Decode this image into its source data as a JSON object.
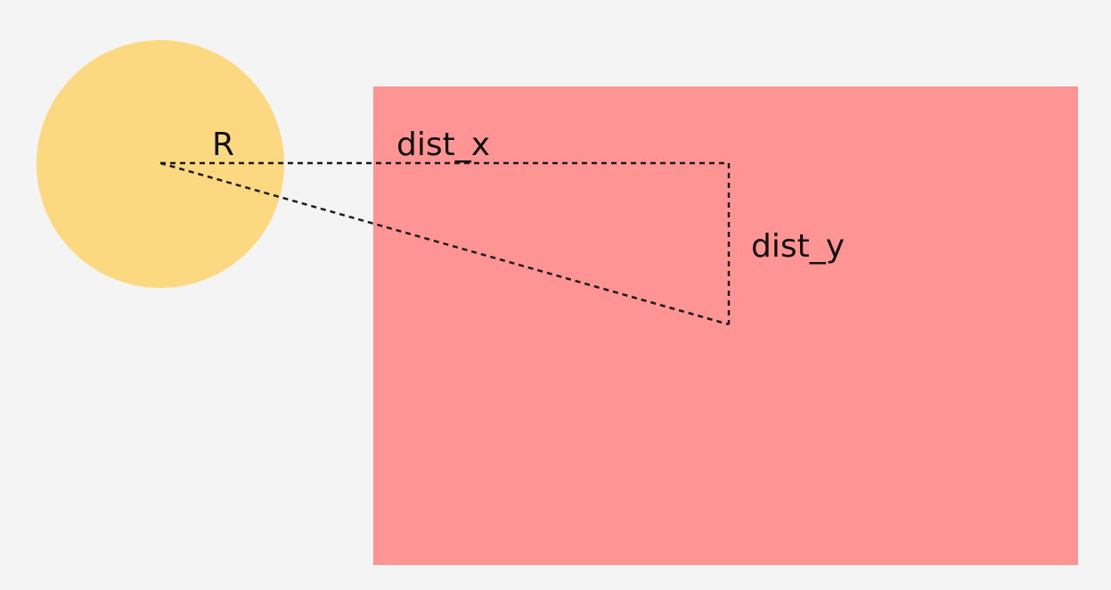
{
  "diagram": {
    "labels": {
      "radius": "R",
      "dist_x": "dist_x",
      "dist_y": "dist_y"
    },
    "colors": {
      "background": "#f4f4f4",
      "circle": "#fcd881",
      "rectangle": "#ff9494",
      "line": "#1a1a1a",
      "text": "#111111"
    },
    "shapes": [
      "circle",
      "rectangle",
      "radius-line",
      "dist-x-line",
      "dist-y-line",
      "hypotenuse-line"
    ]
  }
}
